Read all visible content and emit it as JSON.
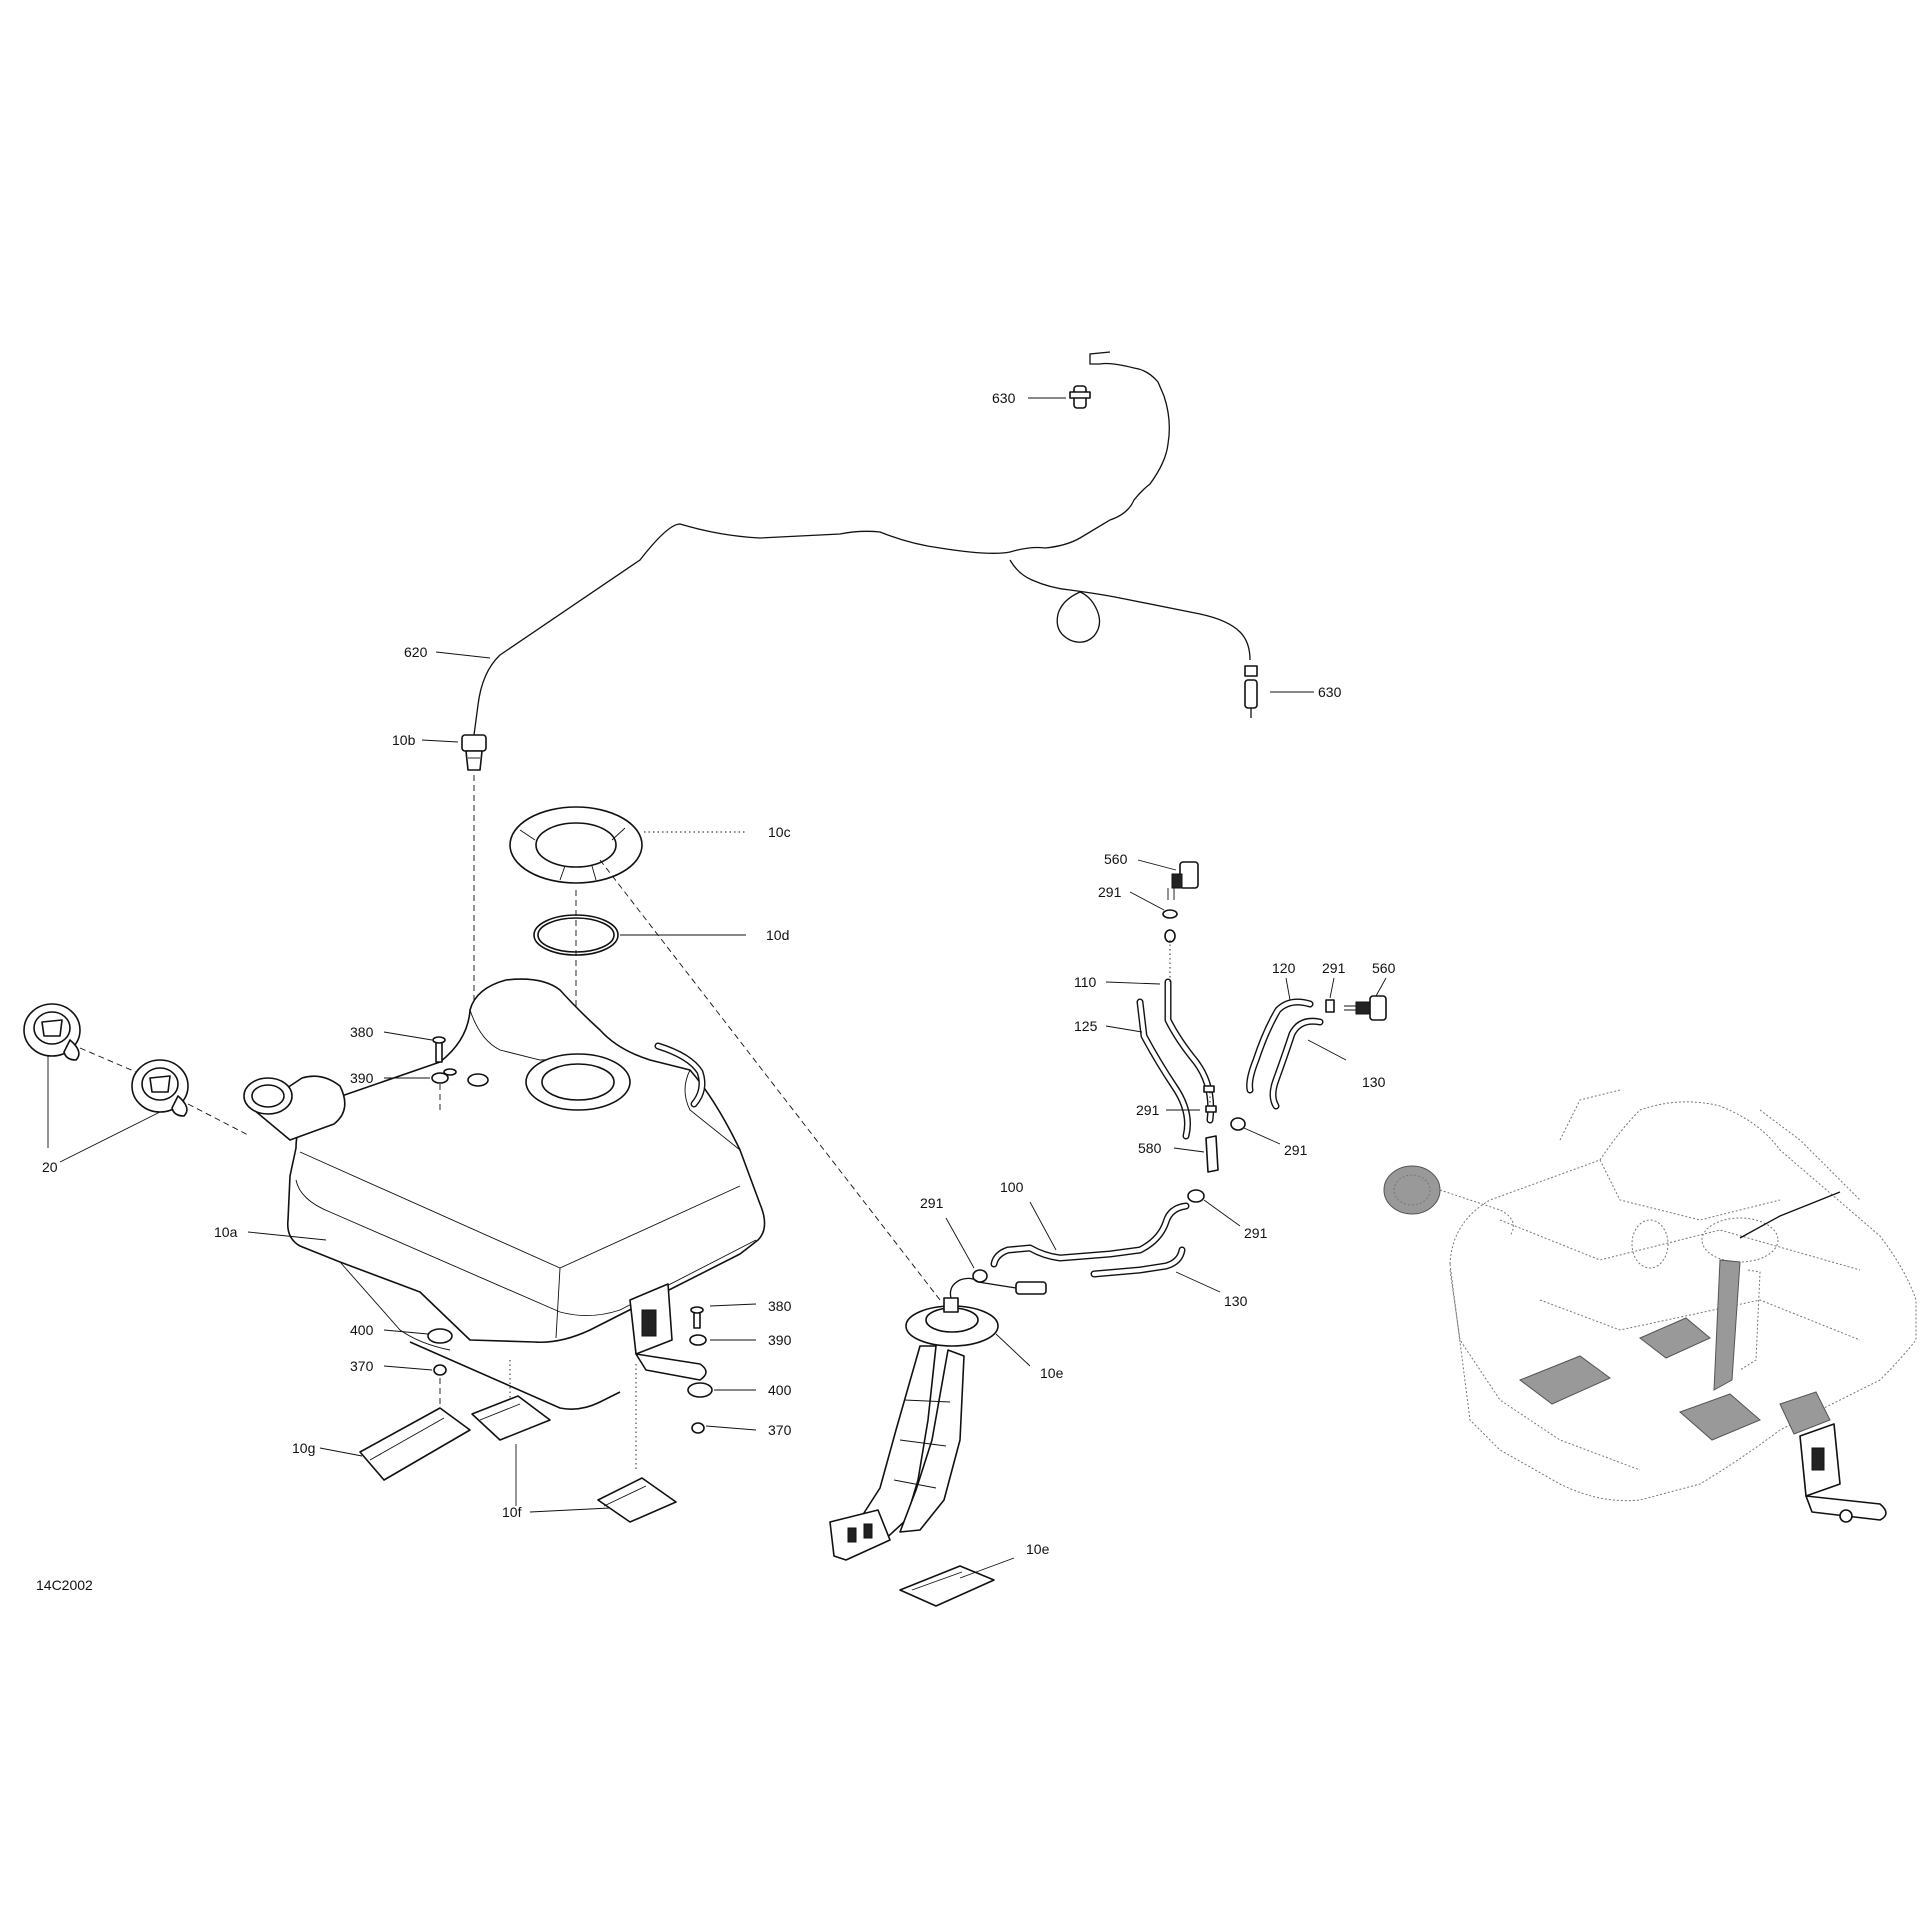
{
  "drawing_code": "14C2002",
  "callouts": [
    {
      "id": "c630a",
      "text": "630"
    },
    {
      "id": "c630b",
      "text": "630"
    },
    {
      "id": "c620",
      "text": "620"
    },
    {
      "id": "c10b",
      "text": "10b"
    },
    {
      "id": "c10c",
      "text": "10c"
    },
    {
      "id": "c10d",
      "text": "10d"
    },
    {
      "id": "c380a",
      "text": "380"
    },
    {
      "id": "c390a",
      "text": "390"
    },
    {
      "id": "c20",
      "text": "20"
    },
    {
      "id": "c10a",
      "text": "10a"
    },
    {
      "id": "c400a",
      "text": "400"
    },
    {
      "id": "c370a",
      "text": "370"
    },
    {
      "id": "c10g",
      "text": "10g"
    },
    {
      "id": "c10f",
      "text": "10f"
    },
    {
      "id": "c380b",
      "text": "380"
    },
    {
      "id": "c390b",
      "text": "390"
    },
    {
      "id": "c400b",
      "text": "400"
    },
    {
      "id": "c370b",
      "text": "370"
    },
    {
      "id": "c560a",
      "text": "560"
    },
    {
      "id": "c291a",
      "text": "291"
    },
    {
      "id": "c110",
      "text": "110"
    },
    {
      "id": "c125",
      "text": "125"
    },
    {
      "id": "c120",
      "text": "120"
    },
    {
      "id": "c291b",
      "text": "291"
    },
    {
      "id": "c560b",
      "text": "560"
    },
    {
      "id": "c130a",
      "text": "130"
    },
    {
      "id": "c291c",
      "text": "291"
    },
    {
      "id": "c291d",
      "text": "291"
    },
    {
      "id": "c580",
      "text": "580"
    },
    {
      "id": "c100",
      "text": "100"
    },
    {
      "id": "c291e",
      "text": "291"
    },
    {
      "id": "c291f",
      "text": "291"
    },
    {
      "id": "c130b",
      "text": "130"
    },
    {
      "id": "c10e1",
      "text": "10e"
    },
    {
      "id": "c10e2",
      "text": "10e"
    }
  ]
}
